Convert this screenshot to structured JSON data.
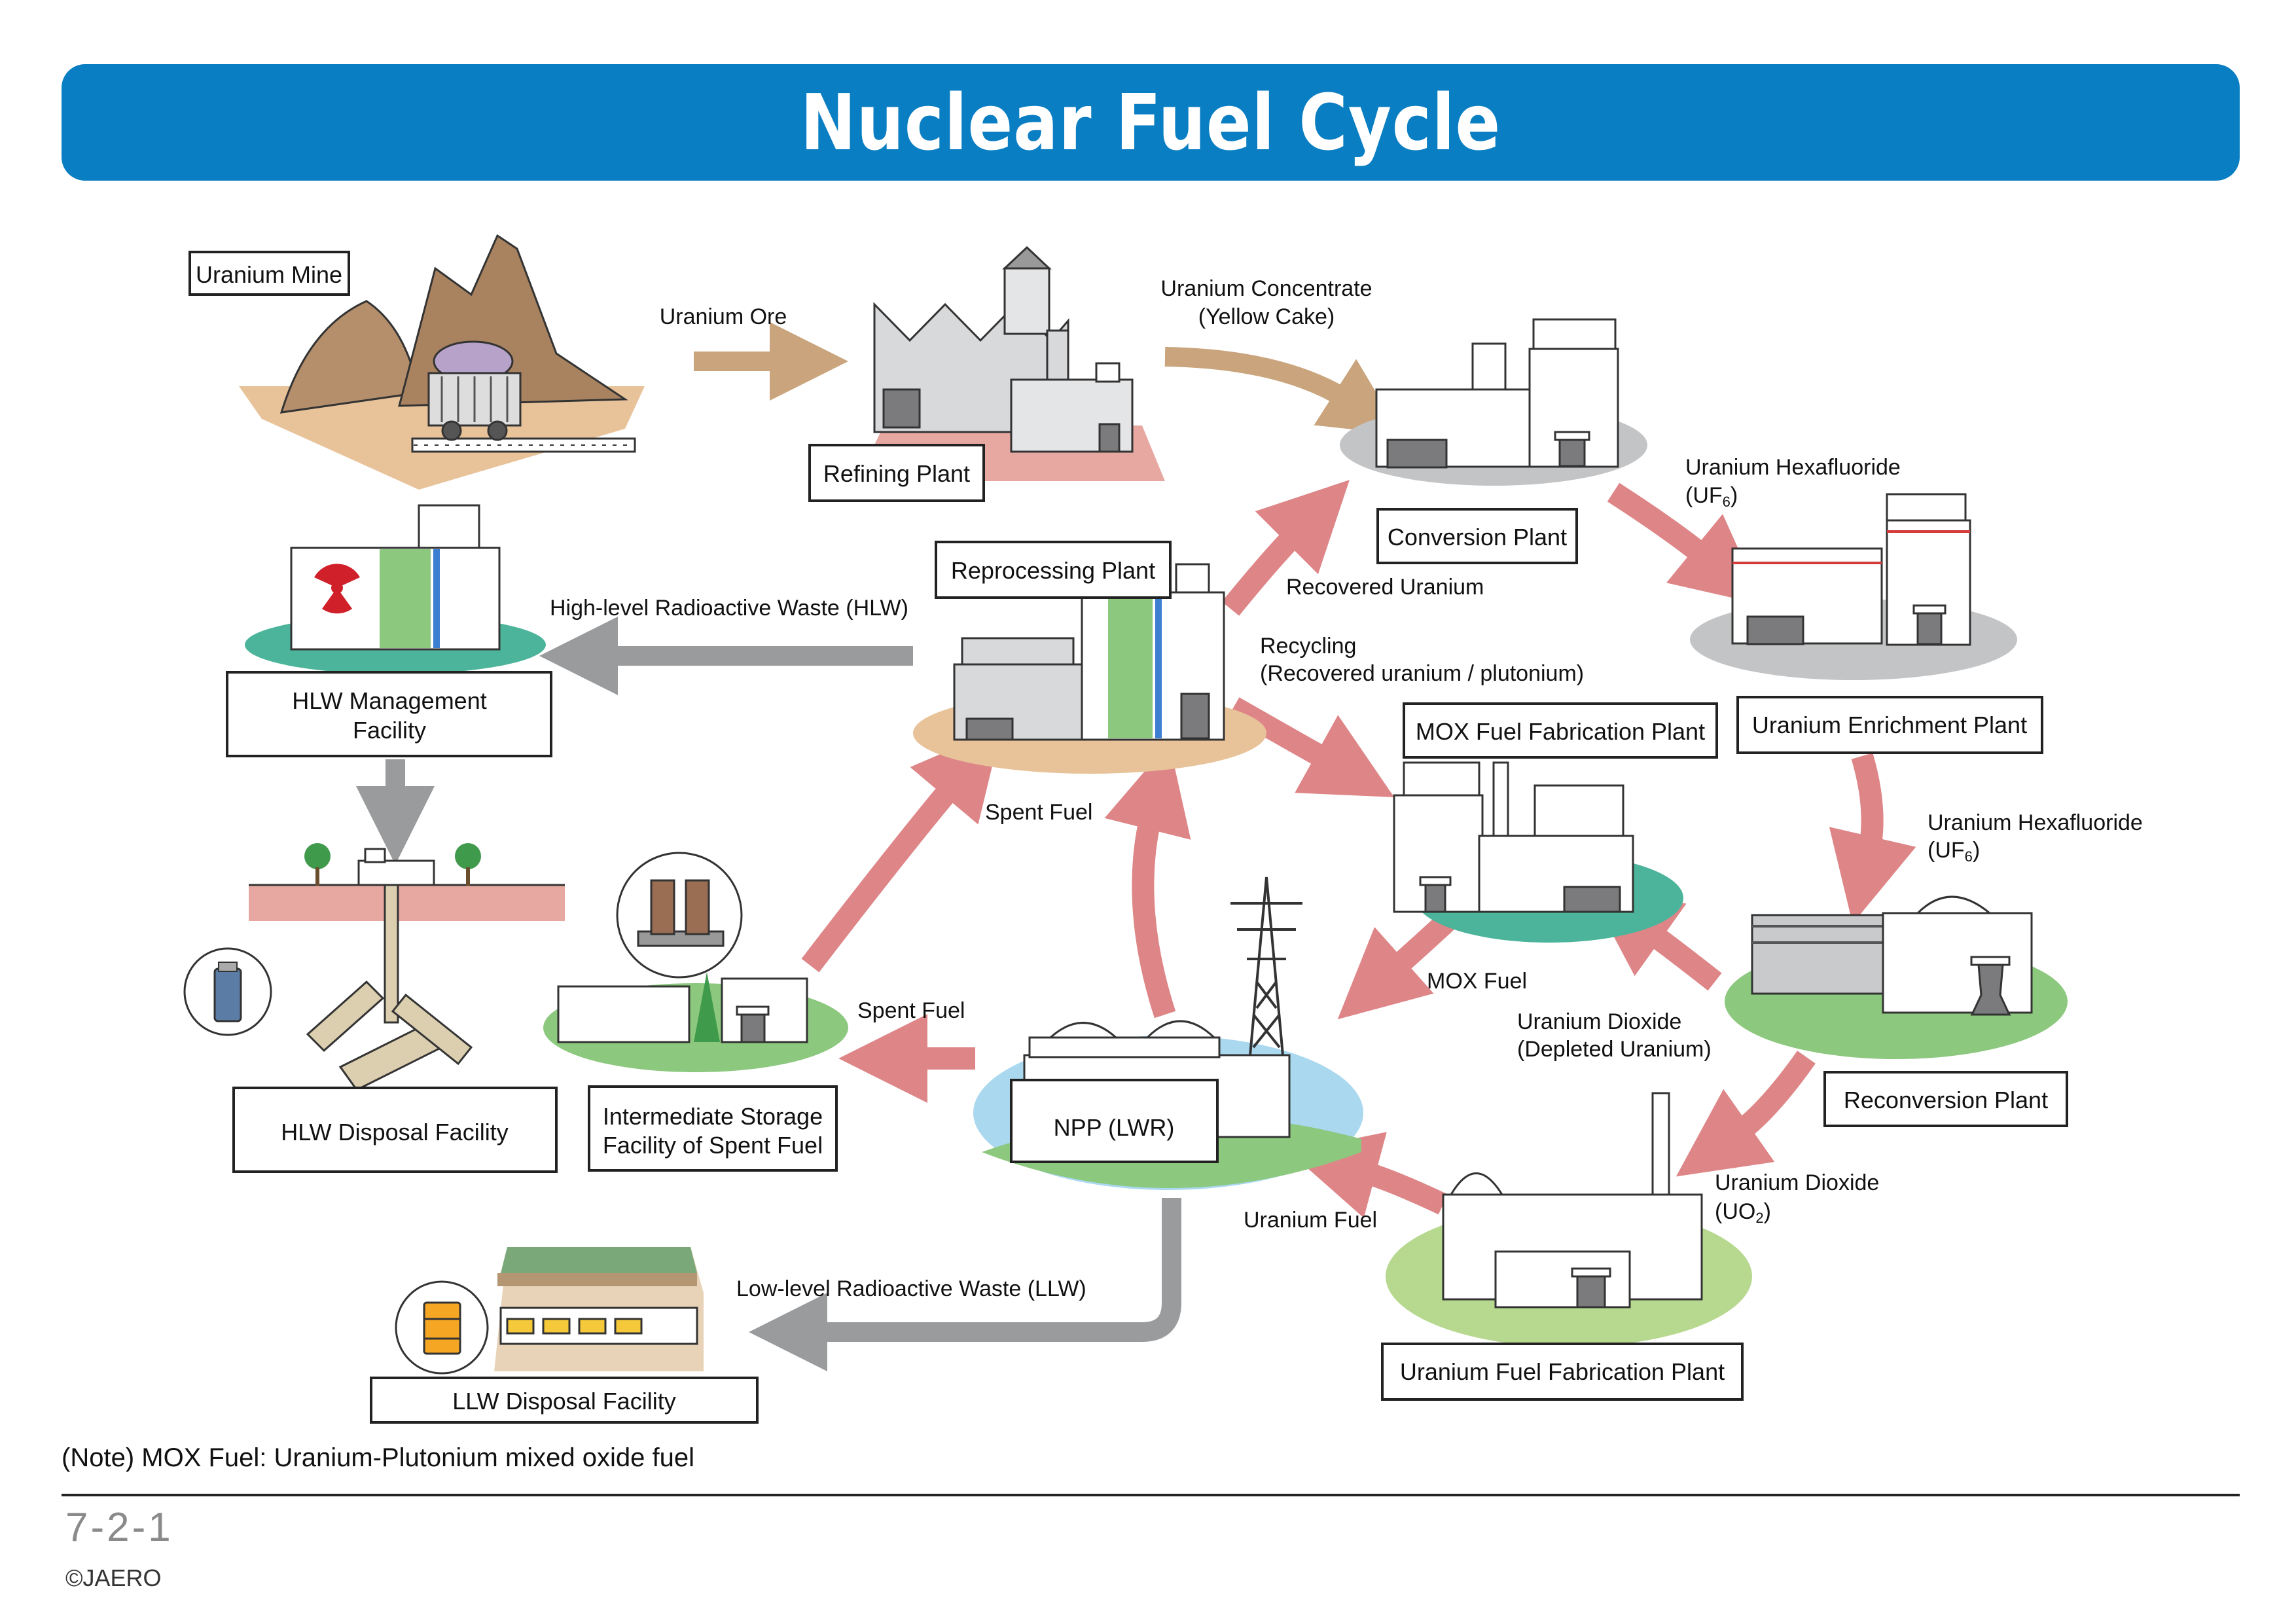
{
  "title": "Nuclear Fuel Cycle",
  "facilities": {
    "uranium_mine": "Uranium Mine",
    "refining_plant": "Refining Plant",
    "conversion_plant": "Conversion Plant",
    "enrichment_plant": "Uranium Enrichment Plant",
    "reconversion_plant": "Reconversion Plant",
    "fuel_fabrication_plant": "Uranium Fuel Fabrication Plant",
    "npp": "NPP (LWR)",
    "reprocessing_plant": "Reprocessing Plant",
    "mox_plant": "MOX Fuel Fabrication Plant",
    "hlw_management_1": "HLW Management",
    "hlw_management_2": "Facility",
    "hlw_disposal": "HLW Disposal Facility",
    "intermediate_storage_1": "Intermediate Storage",
    "intermediate_storage_2": "Facility of Spent Fuel",
    "llw_disposal": "LLW Disposal Facility"
  },
  "flows": {
    "uranium_ore": "Uranium Ore",
    "yellow_cake_1": "Uranium Concentrate",
    "yellow_cake_2": "(Yellow Cake)",
    "uf6_a_1": "Uranium Hexafluoride",
    "uf6_a_2": "(UF",
    "uf6_a_sub": "6",
    "uf6_a_3": ")",
    "uf6_b_1": "Uranium Hexafluoride",
    "uf6_b_2": "(UF",
    "uf6_b_sub": "6",
    "uf6_b_3": ")",
    "uo2_1": "Uranium Dioxide",
    "uo2_2": "(UO",
    "uo2_sub": "2",
    "uo2_3": ")",
    "uranium_fuel": "Uranium Fuel",
    "depleted_1": "Uranium Dioxide",
    "depleted_2": "(Depleted Uranium)",
    "mox_fuel": "MOX Fuel",
    "recycling_1": "Recycling",
    "recycling_2": "(Recovered uranium / plutonium)",
    "recovered_uranium": "Recovered Uranium",
    "hlw_flow": "High-level Radioactive Waste (HLW)",
    "spent_fuel_a": "Spent Fuel",
    "spent_fuel_b": "Spent Fuel",
    "llw_flow": "Low-level Radioactive Waste (LLW)"
  },
  "note": "(Note) MOX Fuel: Uranium-Plutonium mixed oxide fuel",
  "page_number": "7-2-1",
  "copyright": "©JAERO",
  "colors": {
    "title_bar": "#0a7ec2",
    "flow_arrow": "#de8587",
    "ore_arrow": "#c9a47c",
    "waste_arrow": "#999b9d",
    "ground_green": "#8cc87e",
    "ground_grey": "#c3c4c6",
    "ground_tan": "#e8c39a",
    "water_blue": "#a9d8ef"
  }
}
